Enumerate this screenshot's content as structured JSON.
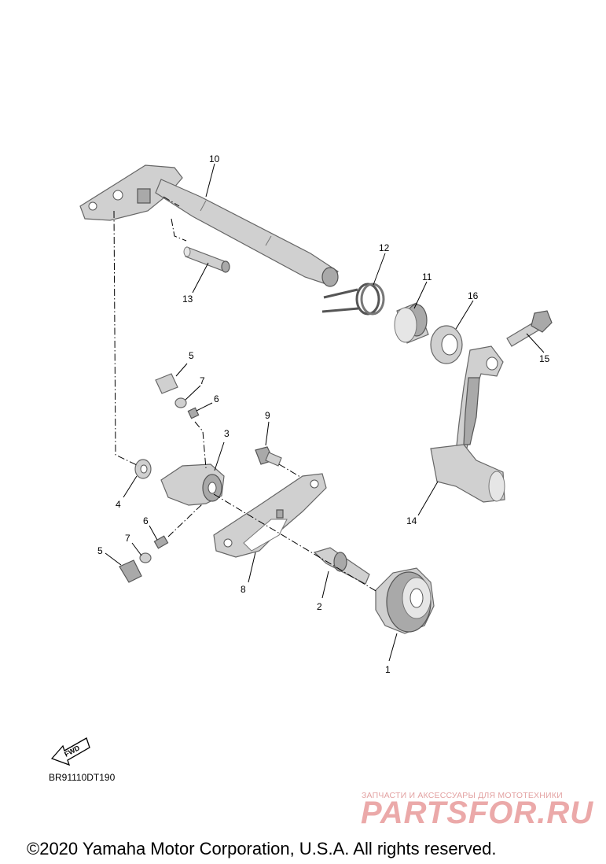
{
  "callouts": [
    "1",
    "2",
    "3",
    "4",
    "5",
    "5",
    "6",
    "6",
    "7",
    "7",
    "8",
    "9",
    "10",
    "11",
    "12",
    "13",
    "14",
    "15",
    "16"
  ],
  "fwd_label": "FWD",
  "diagram_code": "BR91110DT190",
  "watermark": {
    "tagline": "ЗАПЧАСТИ И АКСЕССУАРЫ ДЛЯ МОТОТЕХНИКИ",
    "logo": "PARTSFOR.RU",
    "color": "#e8a0a0"
  },
  "copyright": "©2020 Yamaha Motor Corporation, U.S.A. All rights reserved."
}
